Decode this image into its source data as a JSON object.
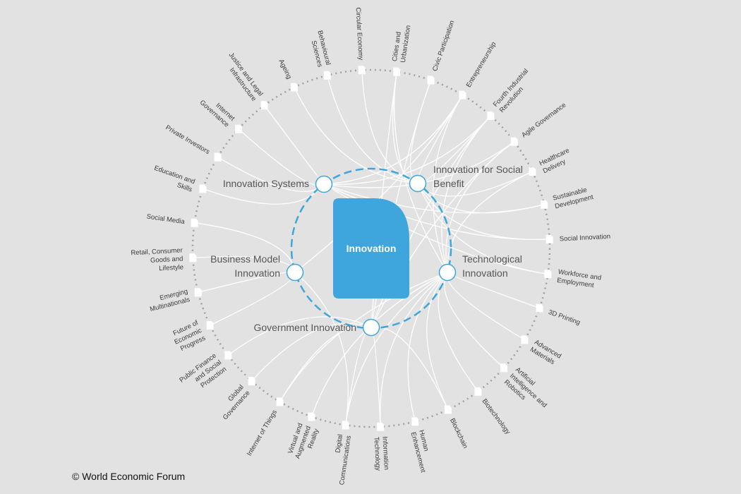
{
  "center": {
    "title": "Innovation"
  },
  "colors": {
    "accent": "#3ea6dc",
    "link": "#ffffff",
    "ring": "#a0a0a0",
    "background": "#e2e2e2"
  },
  "hubs": [
    {
      "id": "sys",
      "label": [
        "Innovation Systems"
      ]
    },
    {
      "id": "soc",
      "label": [
        "Innovation for Social",
        "Benefit"
      ]
    },
    {
      "id": "bus",
      "label": [
        "Business Model",
        "Innovation"
      ]
    },
    {
      "id": "tech",
      "label": [
        "Technological",
        "Innovation"
      ]
    },
    {
      "id": "gov",
      "label": [
        "Government Innovation"
      ]
    }
  ],
  "topics": [
    {
      "label": [
        "Circular Economy"
      ],
      "links": [
        "soc"
      ]
    },
    {
      "label": [
        "Cities and",
        "Urbanization"
      ],
      "links": [
        "soc",
        "gov",
        "tech"
      ]
    },
    {
      "label": [
        "Civic Participation"
      ],
      "links": [
        "soc",
        "gov"
      ]
    },
    {
      "label": [
        "Entrepreneurship"
      ],
      "links": [
        "sys",
        "soc",
        "bus",
        "tech"
      ]
    },
    {
      "label": [
        "Fourth Industrial",
        "Revolution"
      ],
      "links": [
        "sys",
        "soc",
        "gov",
        "tech"
      ]
    },
    {
      "label": [
        "Agile Governance"
      ],
      "links": [
        "sys",
        "gov",
        "tech"
      ]
    },
    {
      "label": [
        "Healthcare",
        "Delivery"
      ],
      "links": [
        "soc",
        "tech"
      ]
    },
    {
      "label": [
        "Sustainable",
        "Development"
      ],
      "links": [
        "sys",
        "soc"
      ]
    },
    {
      "label": [
        "Social Innovation"
      ],
      "links": [
        "soc",
        "sys"
      ]
    },
    {
      "label": [
        "Workforce and",
        "Employment"
      ],
      "links": [
        "sys",
        "soc"
      ]
    },
    {
      "label": [
        "3D Printing"
      ],
      "links": [
        "tech"
      ]
    },
    {
      "label": [
        "Advanced",
        "Materials"
      ],
      "links": [
        "tech"
      ]
    },
    {
      "label": [
        "Artificial",
        "Intelligence and",
        "Robotics"
      ],
      "links": [
        "tech"
      ]
    },
    {
      "label": [
        "Biotechnology"
      ],
      "links": [
        "tech"
      ]
    },
    {
      "label": [
        "Blockchain"
      ],
      "links": [
        "tech",
        "gov"
      ]
    },
    {
      "label": [
        "Human",
        "Enhancement"
      ],
      "links": [
        "tech"
      ]
    },
    {
      "label": [
        "Information",
        "Technology"
      ],
      "links": [
        "tech",
        "gov"
      ]
    },
    {
      "label": [
        "Digital",
        "Communications"
      ],
      "links": [
        "tech",
        "gov",
        "bus"
      ]
    },
    {
      "label": [
        "Virtual and",
        "Augmented",
        "Reality"
      ],
      "links": [
        "tech"
      ]
    },
    {
      "label": [
        "Internet of Things"
      ],
      "links": [
        "gov",
        "tech"
      ]
    },
    {
      "label": [
        "Global",
        "Governance"
      ],
      "links": [
        "gov"
      ]
    },
    {
      "label": [
        "Public Finance",
        "and Social",
        "Protection"
      ],
      "links": [
        "gov"
      ]
    },
    {
      "label": [
        "Future of",
        "Economic",
        "Progress"
      ],
      "links": [
        "bus"
      ]
    },
    {
      "label": [
        "Emerging",
        "Multinationals"
      ],
      "links": [
        "bus"
      ]
    },
    {
      "label": [
        "Retail, Consumer",
        "Goods and",
        "Lifestyle"
      ],
      "links": [
        "bus"
      ]
    },
    {
      "label": [
        "Social Media"
      ],
      "links": [
        "bus"
      ]
    },
    {
      "label": [
        "Education and",
        "Skills"
      ],
      "links": [
        "sys"
      ]
    },
    {
      "label": [
        "Private Investors"
      ],
      "links": [
        "sys"
      ]
    },
    {
      "label": [
        "Internet",
        "Governance"
      ],
      "links": [
        "sys"
      ]
    },
    {
      "label": [
        "Justice and Legal",
        "Infrastructure"
      ],
      "links": [
        "sys"
      ]
    },
    {
      "label": [
        "Ageing"
      ],
      "links": [
        "soc"
      ]
    },
    {
      "label": [
        "Behavioural",
        "Sciences"
      ],
      "links": [
        "soc"
      ]
    }
  ],
  "footer": {
    "credit": "© World Economic Forum"
  }
}
